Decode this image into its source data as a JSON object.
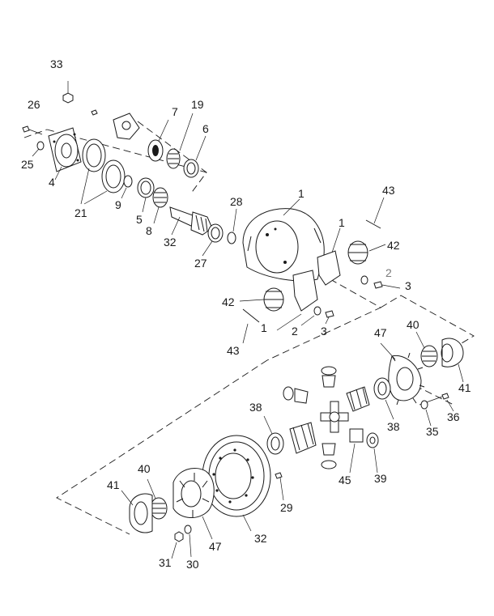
{
  "callouts": {
    "c33": "33",
    "c26": "26",
    "c25": "25",
    "c4": "4",
    "c7": "7",
    "c19": "19",
    "c6": "6",
    "c21": "21",
    "c9": "9",
    "c5": "5",
    "c8": "8",
    "c32a": "32",
    "c28": "28",
    "c27": "27",
    "c1a": "1",
    "c43a": "43",
    "c1b": "1",
    "c42a": "42",
    "c2a": "2",
    "c3a": "3",
    "c42b": "42",
    "c1c": "1",
    "c2b": "2",
    "c3b": "3",
    "c43b": "43",
    "c47a": "47",
    "c40a": "40",
    "c41a": "41",
    "c38a": "38",
    "c38b": "38",
    "c36": "36",
    "c35": "35",
    "c45": "45",
    "c39": "39",
    "c29": "29",
    "c41b": "41",
    "c40b": "40",
    "c32b": "32",
    "c47b": "47",
    "c31": "31",
    "c30": "30"
  }
}
